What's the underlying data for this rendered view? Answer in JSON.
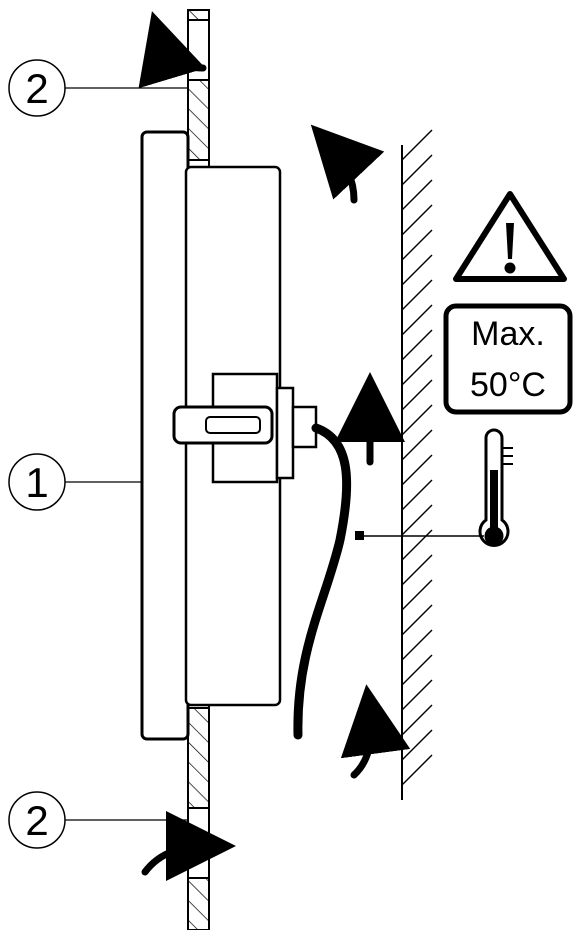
{
  "callouts": {
    "top": "2",
    "middle": "1",
    "bottom": "2"
  },
  "temperature_sign": {
    "line1": "Max.",
    "line2": "50°C"
  },
  "icons": {
    "warning": "warning-triangle-icon",
    "thermometer": "thermometer-icon"
  },
  "colors": {
    "stroke": "#000000",
    "background": "#ffffff"
  }
}
